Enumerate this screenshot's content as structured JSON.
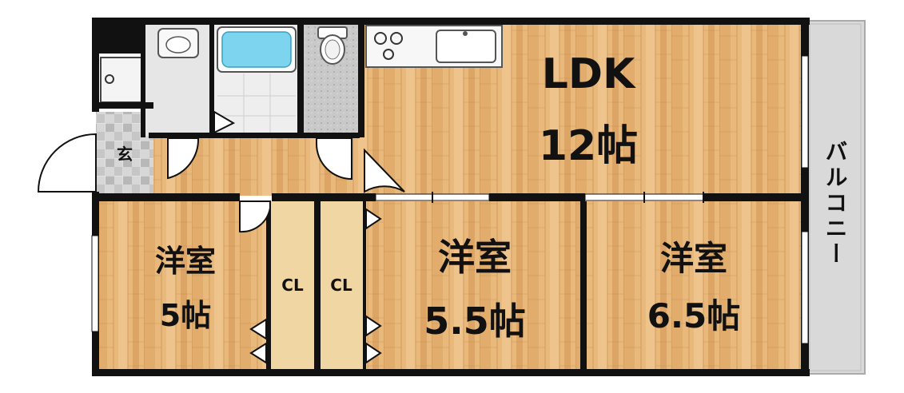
{
  "rooms": {
    "ldk": {
      "name": "LDK",
      "size": "12帖"
    },
    "room1": {
      "name": "洋室",
      "size": "5帖"
    },
    "room2": {
      "name": "洋室",
      "size": "5.5帖"
    },
    "room3": {
      "name": "洋室",
      "size": "6.5帖"
    }
  },
  "closets": {
    "cl1": "CL",
    "cl2": "CL"
  },
  "entrance": "玄",
  "balcony": "バルコニー",
  "colors": {
    "wall": "#111111",
    "floor": "#e8b878",
    "floor_dark": "#d9a25e",
    "closet": "#f1d9a8",
    "tile_light": "#e4e4e4",
    "tile_gray": "#b9b9b9",
    "balcony": "#dcdcdc",
    "bath": "#78d6f0"
  }
}
